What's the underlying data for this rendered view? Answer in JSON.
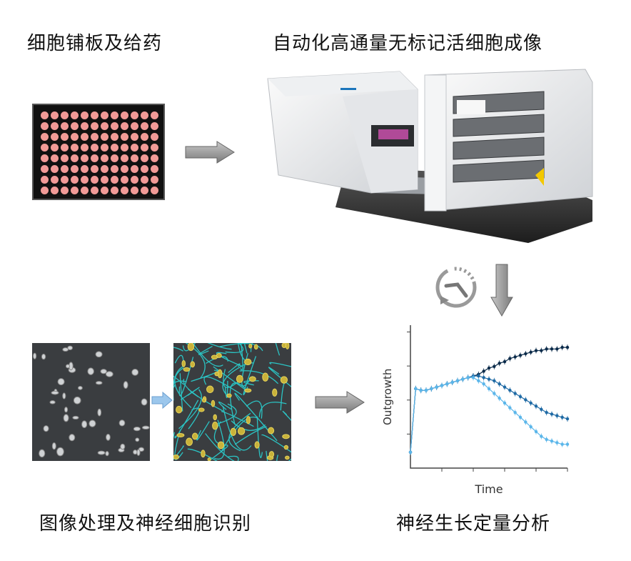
{
  "labels": {
    "step1": "细胞铺板及给药",
    "step2": "自动化高通量无标记活细胞成像",
    "step3": "图像处理及神经细胞识别",
    "step4": "神经生长定量分析"
  },
  "icons": {
    "arrow": "gray-right-arrow-icon",
    "down_arrow": "gray-down-arrow-icon",
    "timer": "timelapse-clock-icon",
    "small_arrow": "blue-right-arrow-icon"
  },
  "plate": {
    "rows": 8,
    "cols": 12,
    "well_color": "#f19a97"
  },
  "chart_data": {
    "type": "line",
    "xlabel": "Time",
    "ylabel": "Outgrowth",
    "x": [
      0,
      1,
      2,
      3,
      4,
      5,
      6,
      7,
      8,
      9,
      10,
      11,
      12,
      13,
      14,
      15,
      16,
      17,
      18,
      19,
      20,
      21,
      22,
      23,
      24,
      25,
      26,
      27,
      28,
      29,
      30
    ],
    "series": [
      {
        "color": "#0b2b4a",
        "values": [
          0.1,
          0.5,
          0.49,
          0.49,
          0.5,
          0.51,
          0.52,
          0.53,
          0.54,
          0.55,
          0.56,
          0.57,
          0.58,
          0.59,
          0.61,
          0.63,
          0.64,
          0.66,
          0.67,
          0.69,
          0.7,
          0.71,
          0.72,
          0.73,
          0.74,
          0.74,
          0.75,
          0.75,
          0.75,
          0.76,
          0.76
        ]
      },
      {
        "color": "#1f6aa5",
        "values": [
          0.1,
          0.5,
          0.49,
          0.49,
          0.5,
          0.51,
          0.52,
          0.53,
          0.54,
          0.55,
          0.56,
          0.57,
          0.58,
          0.58,
          0.57,
          0.56,
          0.55,
          0.53,
          0.51,
          0.49,
          0.47,
          0.45,
          0.43,
          0.41,
          0.39,
          0.37,
          0.35,
          0.34,
          0.33,
          0.32,
          0.31
        ]
      },
      {
        "color": "#5bb6ea",
        "values": [
          0.1,
          0.5,
          0.49,
          0.49,
          0.5,
          0.51,
          0.52,
          0.53,
          0.54,
          0.55,
          0.56,
          0.57,
          0.57,
          0.55,
          0.53,
          0.5,
          0.47,
          0.44,
          0.41,
          0.38,
          0.35,
          0.32,
          0.29,
          0.26,
          0.23,
          0.2,
          0.18,
          0.17,
          0.16,
          0.15,
          0.15
        ]
      }
    ],
    "ylim": [
      0,
      0.9
    ],
    "grid": false
  }
}
